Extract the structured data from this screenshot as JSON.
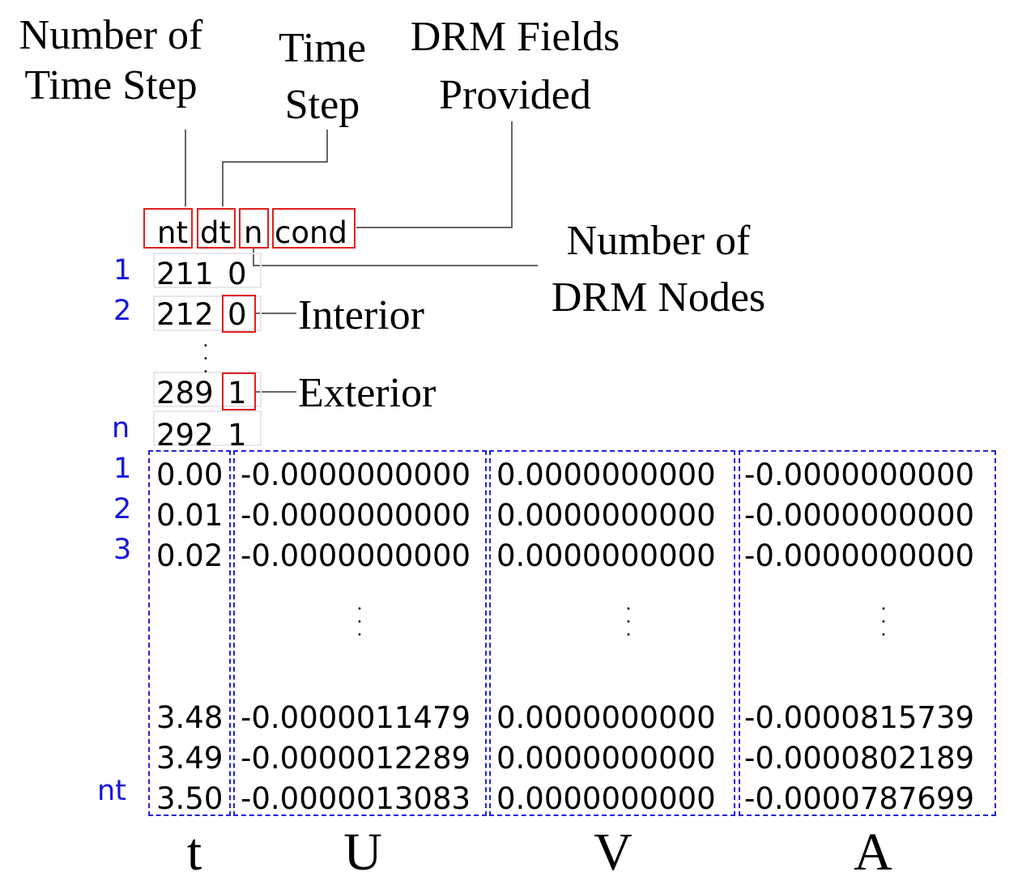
{
  "labels": {
    "number_of_time_step": [
      "Number of",
      "Time Step"
    ],
    "time_step": [
      "Time",
      "Step"
    ],
    "drm_fields": [
      "DRM Fields",
      "Provided"
    ],
    "number_of_drm_nodes": [
      "Number of",
      "DRM Nodes"
    ],
    "interior": "Interior",
    "exterior": "Exterior"
  },
  "header_fields": [
    "nt",
    "dt",
    "n",
    "cond"
  ],
  "node_rows": [
    {
      "index": "1",
      "node": "211",
      "flag": "0"
    },
    {
      "index": "2",
      "node": "212",
      "flag": "0"
    },
    {
      "index": "",
      "node": "289",
      "flag": "1"
    },
    {
      "index": "n",
      "node": "292",
      "flag": "1"
    }
  ],
  "ellipsis": "⋮",
  "time_rows_top": [
    {
      "index": "1",
      "t": "0.00",
      "U": "-0.0000000000",
      "V": "0.0000000000",
      "A": "-0.0000000000"
    },
    {
      "index": "2",
      "t": "0.01",
      "U": "-0.0000000000",
      "V": "0.0000000000",
      "A": "-0.0000000000"
    },
    {
      "index": "3",
      "t": "0.02",
      "U": "-0.0000000000",
      "V": "0.0000000000",
      "A": "-0.0000000000"
    }
  ],
  "time_rows_bottom": [
    {
      "index": "",
      "t": "3.48",
      "U": "-0.0000011479",
      "V": "0.0000000000",
      "A": "-0.0000815739"
    },
    {
      "index": "",
      "t": "3.49",
      "U": "-0.0000012289",
      "V": "0.0000000000",
      "A": "-0.0000802189"
    },
    {
      "index": "nt",
      "t": "3.50",
      "U": "-0.0000013083",
      "V": "0.0000000000",
      "A": "-0.0000787699"
    }
  ],
  "column_labels": [
    "t",
    "U",
    "V",
    "A"
  ],
  "colors": {
    "highlight_box": "#e0201e",
    "column_box": "#2222dd",
    "index_text": "#1515e0"
  }
}
